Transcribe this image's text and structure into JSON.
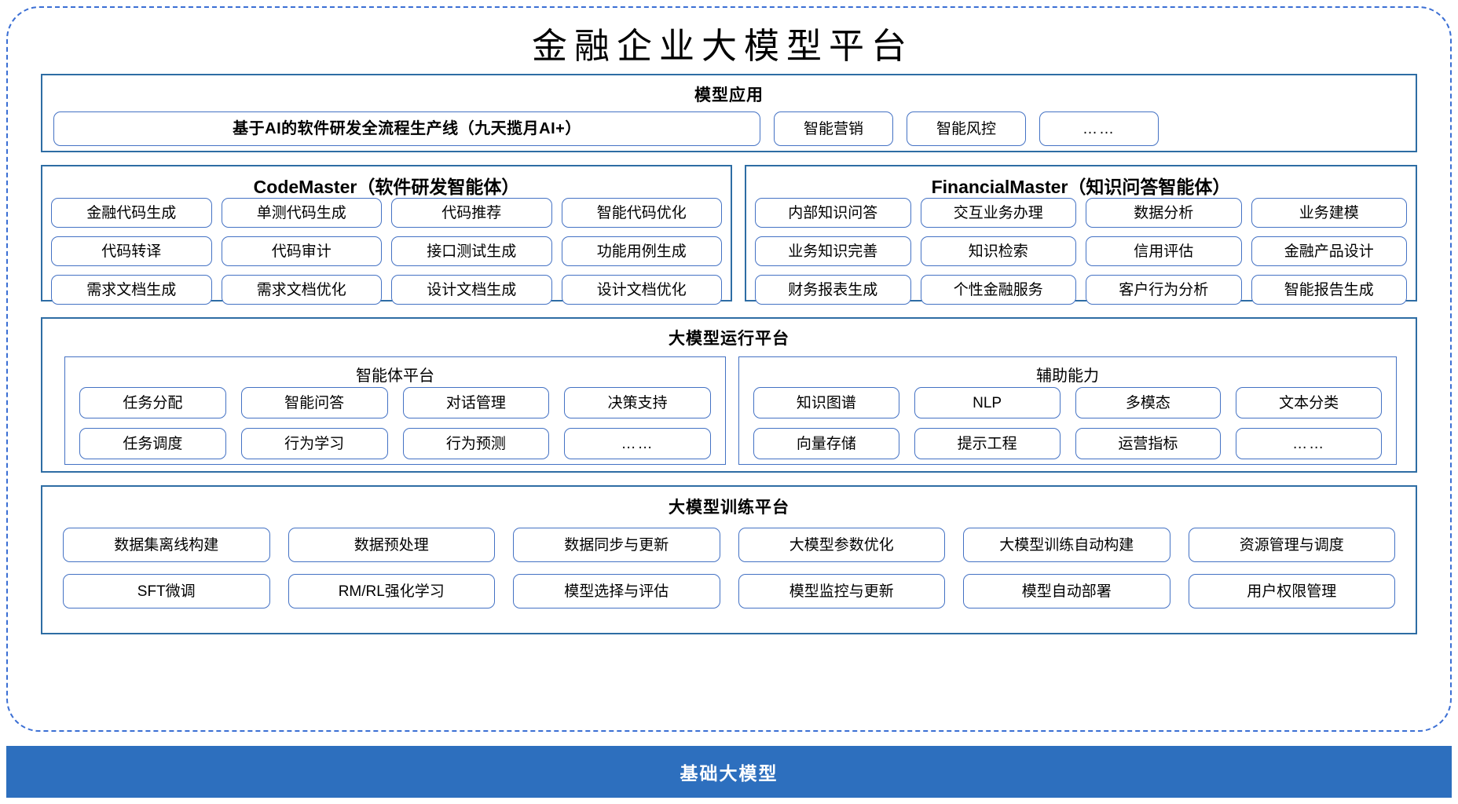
{
  "title": "金融企业大模型平台",
  "sections": {
    "model_application": {
      "title": "模型应用",
      "items": [
        "基于AI的软件研发全流程生产线（九天揽月AI+）",
        "智能营销",
        "智能风控",
        "……"
      ]
    },
    "code_master": {
      "title_latin": "CodeMaster",
      "title_cn": "（软件研发智能体）",
      "items": [
        "金融代码生成",
        "单测代码生成",
        "代码推荐",
        "智能代码优化",
        "代码转译",
        "代码审计",
        "接口测试生成",
        "功能用例生成",
        "需求文档生成",
        "需求文档优化",
        "设计文档生成",
        "设计文档优化"
      ]
    },
    "financial_master": {
      "title_latin": "FinancialMaster",
      "title_cn": "（知识问答智能体）",
      "items": [
        "内部知识问答",
        "交互业务办理",
        "数据分析",
        "业务建模",
        "业务知识完善",
        "知识检索",
        "信用评估",
        "金融产品设计",
        "财务报表生成",
        "个性金融服务",
        "客户行为分析",
        "智能报告生成"
      ]
    },
    "run_platform": {
      "title": "大模型运行平台",
      "agent_platform": {
        "title": "智能体平台",
        "items": [
          "任务分配",
          "智能问答",
          "对话管理",
          "决策支持",
          "任务调度",
          "行为学习",
          "行为预测",
          "……"
        ]
      },
      "auxiliary": {
        "title": "辅助能力",
        "items": [
          "知识图谱",
          "NLP",
          "多模态",
          "文本分类",
          "向量存储",
          "提示工程",
          "运营指标",
          "……"
        ]
      }
    },
    "train_platform": {
      "title": "大模型训练平台",
      "items": [
        "数据集离线构建",
        "数据预处理",
        "数据同步与更新",
        "大模型参数优化",
        "大模型训练自动构建",
        "资源管理与调度",
        "SFT微调",
        "RM/RL强化学习",
        "模型选择与评估",
        "模型监控与更新",
        "模型自动部署",
        "用户权限管理"
      ]
    },
    "base_model": {
      "label": "基础大模型"
    }
  },
  "colors": {
    "frame_dashed": "#3B6FD4",
    "section_border": "#2E6DA4",
    "chip_border": "#4472C4",
    "base_bar_bg": "#2D6FBE",
    "base_bar_text": "#FFFFFF",
    "spellcheck_squiggle": "#E03030"
  }
}
